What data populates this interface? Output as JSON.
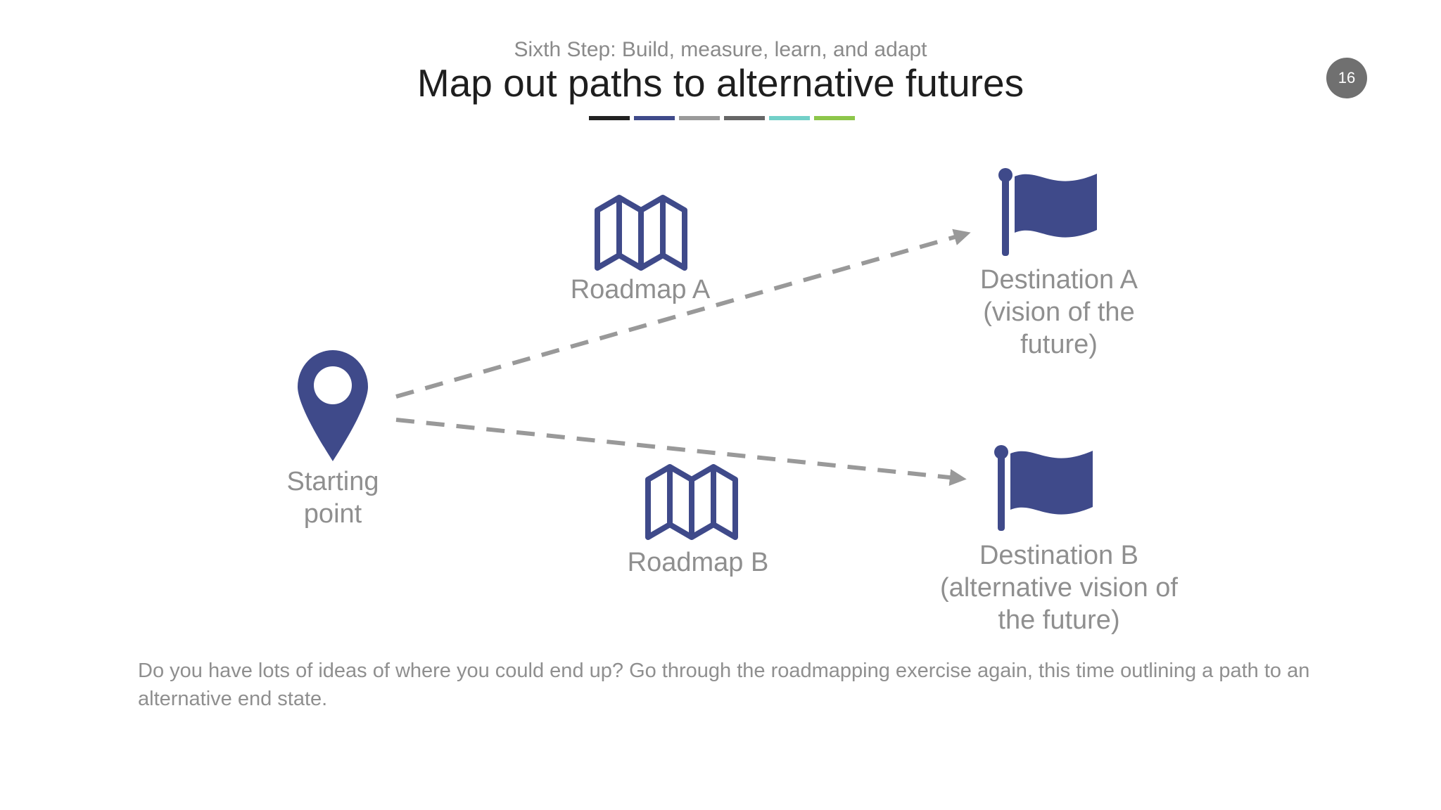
{
  "header": {
    "subtitle": "Sixth Step: Build, measure, learn, and adapt",
    "title": "Map out paths to alternative futures",
    "page_number": "16"
  },
  "palette": [
    "#222222",
    "#3f4a8a",
    "#9a9a9a",
    "#666666",
    "#72d0c8",
    "#8dc64a"
  ],
  "colors": {
    "accent": "#3f4a8a",
    "arrow": "#999999",
    "text_gray": "#8f8f8f"
  },
  "diagram": {
    "nodes": [
      {
        "id": "start",
        "icon": "location-pin-icon",
        "label_lines": [
          "Starting",
          "point"
        ]
      },
      {
        "id": "roadmap_a",
        "icon": "folded-map-icon",
        "label_lines": [
          "Roadmap A"
        ]
      },
      {
        "id": "roadmap_b",
        "icon": "folded-map-icon",
        "label_lines": [
          "Roadmap B"
        ]
      },
      {
        "id": "dest_a",
        "icon": "flag-icon",
        "label_lines": [
          "Destination A",
          "(vision of the",
          "future)"
        ]
      },
      {
        "id": "dest_b",
        "icon": "flag-icon",
        "label_lines": [
          "Destination B",
          "(alternative vision of",
          "the future)"
        ]
      }
    ],
    "edges": [
      {
        "from": "start",
        "to": "dest_a",
        "style": "dashed"
      },
      {
        "from": "start",
        "to": "dest_b",
        "style": "dashed"
      }
    ]
  },
  "footer": {
    "text": "Do you have lots of ideas of where you could end up? Go through the roadmapping exercise again, this time outlining a path to an alternative end state."
  }
}
